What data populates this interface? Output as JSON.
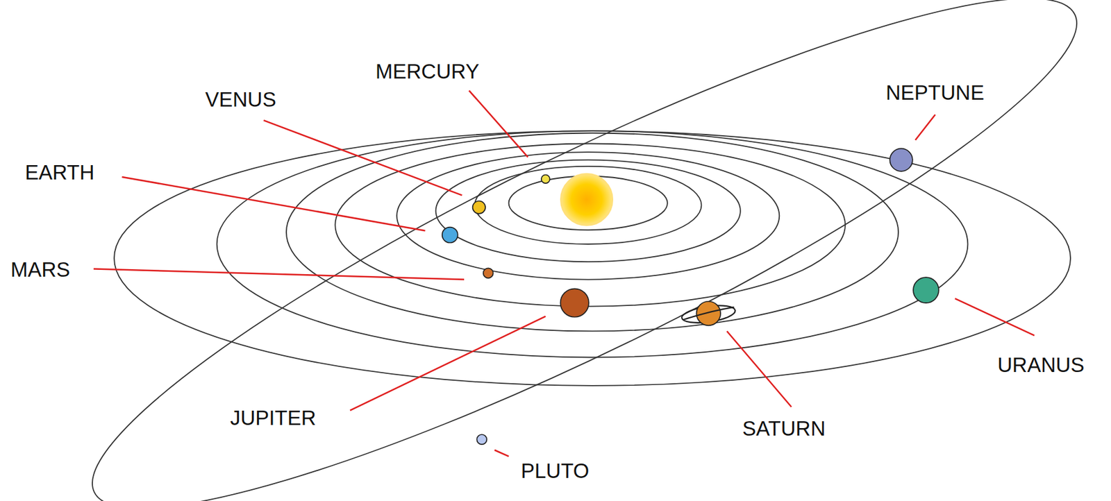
{
  "diagram": {
    "labels": [
      "MERCURY",
      "VENUS",
      "EARTH",
      "MARS",
      "JUPITER",
      "SATURN",
      "URANUS",
      "NEPTUNE",
      "PLUTO"
    ]
  }
}
